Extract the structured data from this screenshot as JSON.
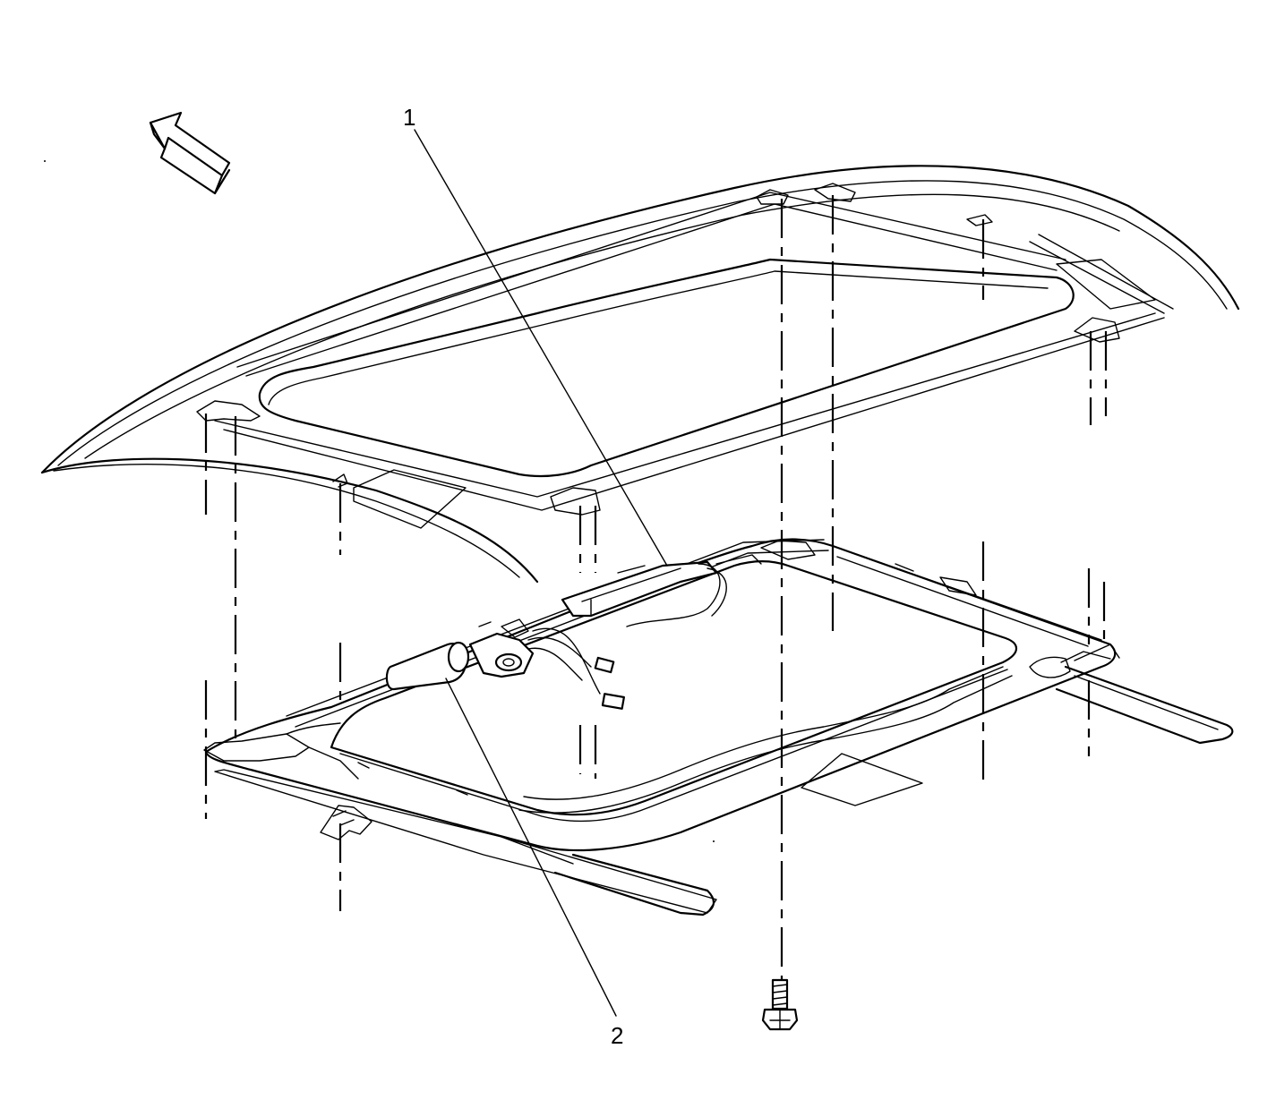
{
  "callouts": [
    {
      "id": "1",
      "label": "1"
    },
    {
      "id": "2",
      "label": "2"
    }
  ],
  "icons": {
    "direction_arrow": "front-direction-arrow-icon",
    "bolt": "bolt-icon"
  },
  "colors": {
    "line": "#000000",
    "background": "#ffffff"
  }
}
